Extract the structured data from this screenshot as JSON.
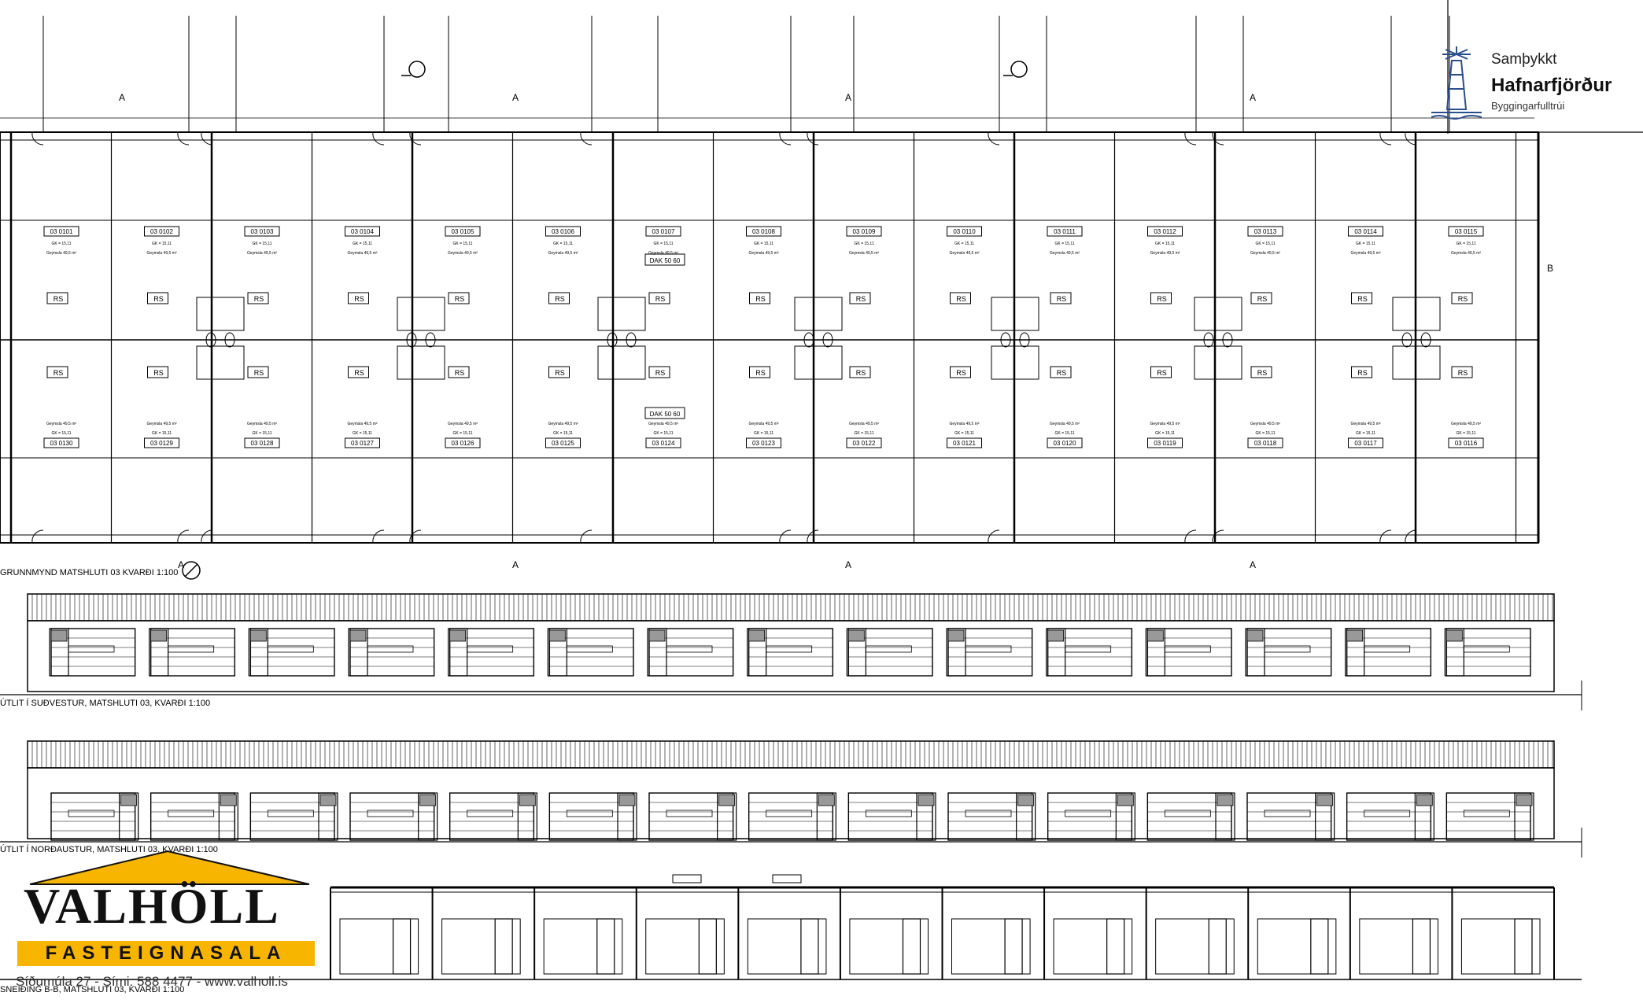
{
  "floor_plan": {
    "title": "GRUNNMYND MATSHLUTI 03 KVARÐI 1:100",
    "section_marks": [
      "A",
      "A",
      "A",
      "A",
      "A",
      "A",
      "A",
      "A",
      "B"
    ],
    "units_top": [
      "03 0101",
      "03 0102",
      "03 0103",
      "03 0104",
      "03 0105",
      "03 0106",
      "03 0107",
      "03 0108",
      "03 0109",
      "03 0110",
      "03 0111",
      "03 0112",
      "03 0113",
      "03 0114",
      "03 0115"
    ],
    "units_bottom": [
      "03 0130",
      "03 0129",
      "03 0128",
      "03 0127",
      "03 0126",
      "03 0125",
      "03 0124",
      "03 0123",
      "03 0122",
      "03 0121",
      "03 0120",
      "03 0119",
      "03 0118",
      "03 0117",
      "03 0116"
    ],
    "unit_area_label": "Geymsla 49,5 m²",
    "unit_height_label": "GK = 15,11",
    "rs_label": "RS",
    "daf_label": "DAK 50 60"
  },
  "elevations": [
    {
      "title": "ÚTLIT Í SUÐVESTUR, MATSHLUTI 03, KVARÐI 1:100",
      "bays": 15
    },
    {
      "title": "ÚTLIT Í NORÐAUSTUR, MATSHLUTI 03, KVARÐI 1:100",
      "bays": 15
    },
    {
      "title": "SNEIÐING B-B, MATSHLUTI 03, KVARÐI 1:100",
      "bays": 15
    }
  ],
  "stamp": {
    "line1": "Samþykkt",
    "line2": "Hafnarfjörður",
    "line3": "Byggingarfulltrúi",
    "icon": "lighthouse-icon"
  },
  "logo": {
    "name": "VALHÖLL",
    "subtitle": "FASTEIGNASALA",
    "address": "Síðumúla 27 - Sími: 588 4477 - www.valholl.is",
    "accent": "#f7b500"
  }
}
